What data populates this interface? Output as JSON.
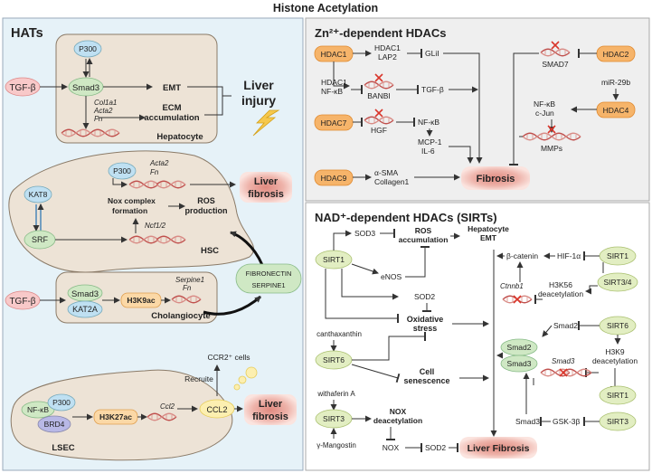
{
  "title": "Histone Acetylation",
  "hats": {
    "heading": "HATs",
    "hepatocyte": {
      "p300": "P300",
      "tgfb": "TGF-β",
      "smad3": "Smad3",
      "emt": "EMT",
      "genes": [
        "Col1a1",
        "Acta2",
        "Fn"
      ],
      "ecm1": "ECM",
      "ecm2": "accumulation",
      "cell": "Hepatocyte",
      "outcome1": "Liver",
      "outcome2": "injury"
    },
    "hsc": {
      "kat8": "KAT8",
      "srf": "SRF",
      "p300": "P300",
      "genes_top": [
        "Acta2",
        "Fn"
      ],
      "nox1": "Nox complex",
      "nox2": "formation",
      "ros1": "ROS",
      "ros2": "production",
      "gene_ncf": "Ncf1/2",
      "cell": "HSC",
      "outcome1": "Liver",
      "outcome2": "fibrosis"
    },
    "secreted": [
      "FIBRONECTIN",
      "SERPINE1"
    ],
    "cholangiocyte": {
      "tgfb": "TGF-β",
      "smad3": "Smad3",
      "kat2a": "KAT2A",
      "mark": "H3K9ac",
      "genes": [
        "Serpine1",
        "Fn"
      ],
      "cell": "Cholangiocyte"
    },
    "lsec": {
      "ccr2": "CCR2⁺ cells",
      "recruite": "Recruite",
      "nfkb": "NF-κB",
      "p300": "P300",
      "brd4": "BRD4",
      "mark": "H3K27ac",
      "gene": "Ccl2",
      "ccl2": "CCL2",
      "cell": "LSEC",
      "outcome1": "Liver",
      "outcome2": "fibrosis"
    }
  },
  "zn": {
    "heading": "Zn²⁺-dependent HDACs",
    "hdac1": "HDAC1",
    "hdac1_lap2_1": "HDAC1",
    "hdac1_lap2_2": "LAP2",
    "glil": "GLiI",
    "hdac1_nfkb_1": "HDAC1",
    "hdac1_nfkb_2": "NF-κB",
    "banbi": "BANBI",
    "tgfb": "TGF-β",
    "hdac7": "HDAC7",
    "hgf": "HGF",
    "nfkb": "NF-κB",
    "mcp1": "MCP-1",
    "il6": "IL-6",
    "hdac9": "HDAC9",
    "asma": "α-SMA",
    "collagen": "Collagen1",
    "fibrosis": "Fibrosis",
    "smad7": "SMAD7",
    "hdac2": "HDAC2",
    "mir": "miR-29b",
    "hdac4": "HDAC4",
    "nfkb2": "NF-κB",
    "cjun": "c-Jun",
    "mmps": "MMPs"
  },
  "nad": {
    "heading": "NAD⁺-dependent HDACs (SIRTs)",
    "sirt1": "SIRT1",
    "sod3": "SOD3",
    "ros1": "ROS",
    "ros2": "accumulation",
    "hep1": "Hepatocyte",
    "hep2": "EMT",
    "enos": "eNOS",
    "sod2": "SOD2",
    "ox1": "Oxidative",
    "ox2": "stress",
    "canthaxanthin": "canthaxanthin",
    "sirt6": "SIRT6",
    "sen1": "Cell",
    "sen2": "senescence",
    "withaferin": "withaferin A",
    "sirt3": "SIRT3",
    "nox1": "NOX",
    "nox2": "deacetylation",
    "mangostin": "γ-Mangostin",
    "nox": "NOX",
    "sod2b": "SOD2",
    "liverfib": "Liver Fibrosis",
    "bcat": "β-catenin",
    "hif": "HIF-1α",
    "sirt1r": "SIRT1",
    "ctnnb1": "Ctnnb1",
    "h3k56_1": "H3K56",
    "h3k56_2": "deacetylation",
    "sirt34": "SIRT3/4",
    "smad2": "Smad2",
    "sirt6r": "SIRT6",
    "smad2b": "Smad2",
    "smad3b": "Smad3",
    "h3k9_1": "H3K9",
    "h3k9_2": "deacetylation",
    "smad3gene": "Smad3",
    "sirt1b": "SIRT1",
    "smad3c": "Smad3",
    "gsk": "GSK-3β",
    "sirt3r": "SIRT3"
  }
}
